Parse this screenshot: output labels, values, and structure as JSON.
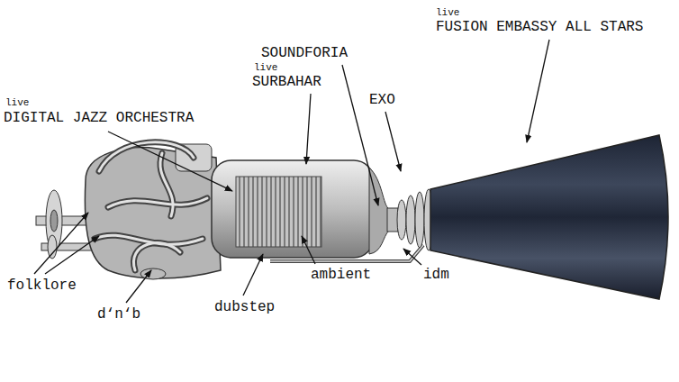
{
  "diagram": {
    "labels": [
      "live",
      "DIGITAL JAZZ ORCHESTRA",
      "live",
      "SURBAHAR",
      "SOUNDFORIA",
      "EXO",
      "live",
      "FUSION EMBASSY ALL STARS",
      "folklore",
      "d‘n‘b",
      "dubstep",
      "ambient",
      "idm"
    ]
  }
}
